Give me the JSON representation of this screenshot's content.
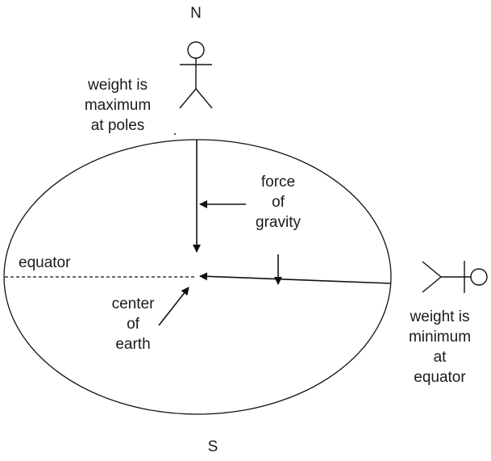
{
  "diagram": {
    "north_label": "N",
    "south_label": "S",
    "poles_note": "weight is\nmaximum\nat poles",
    "gravity_label": "force\nof\ngravity",
    "equator_label": "equator",
    "center_label": "center\nof\nearth",
    "equator_note": "weight is\nminimum\nat\nequator",
    "stroke_color": "#111111"
  }
}
